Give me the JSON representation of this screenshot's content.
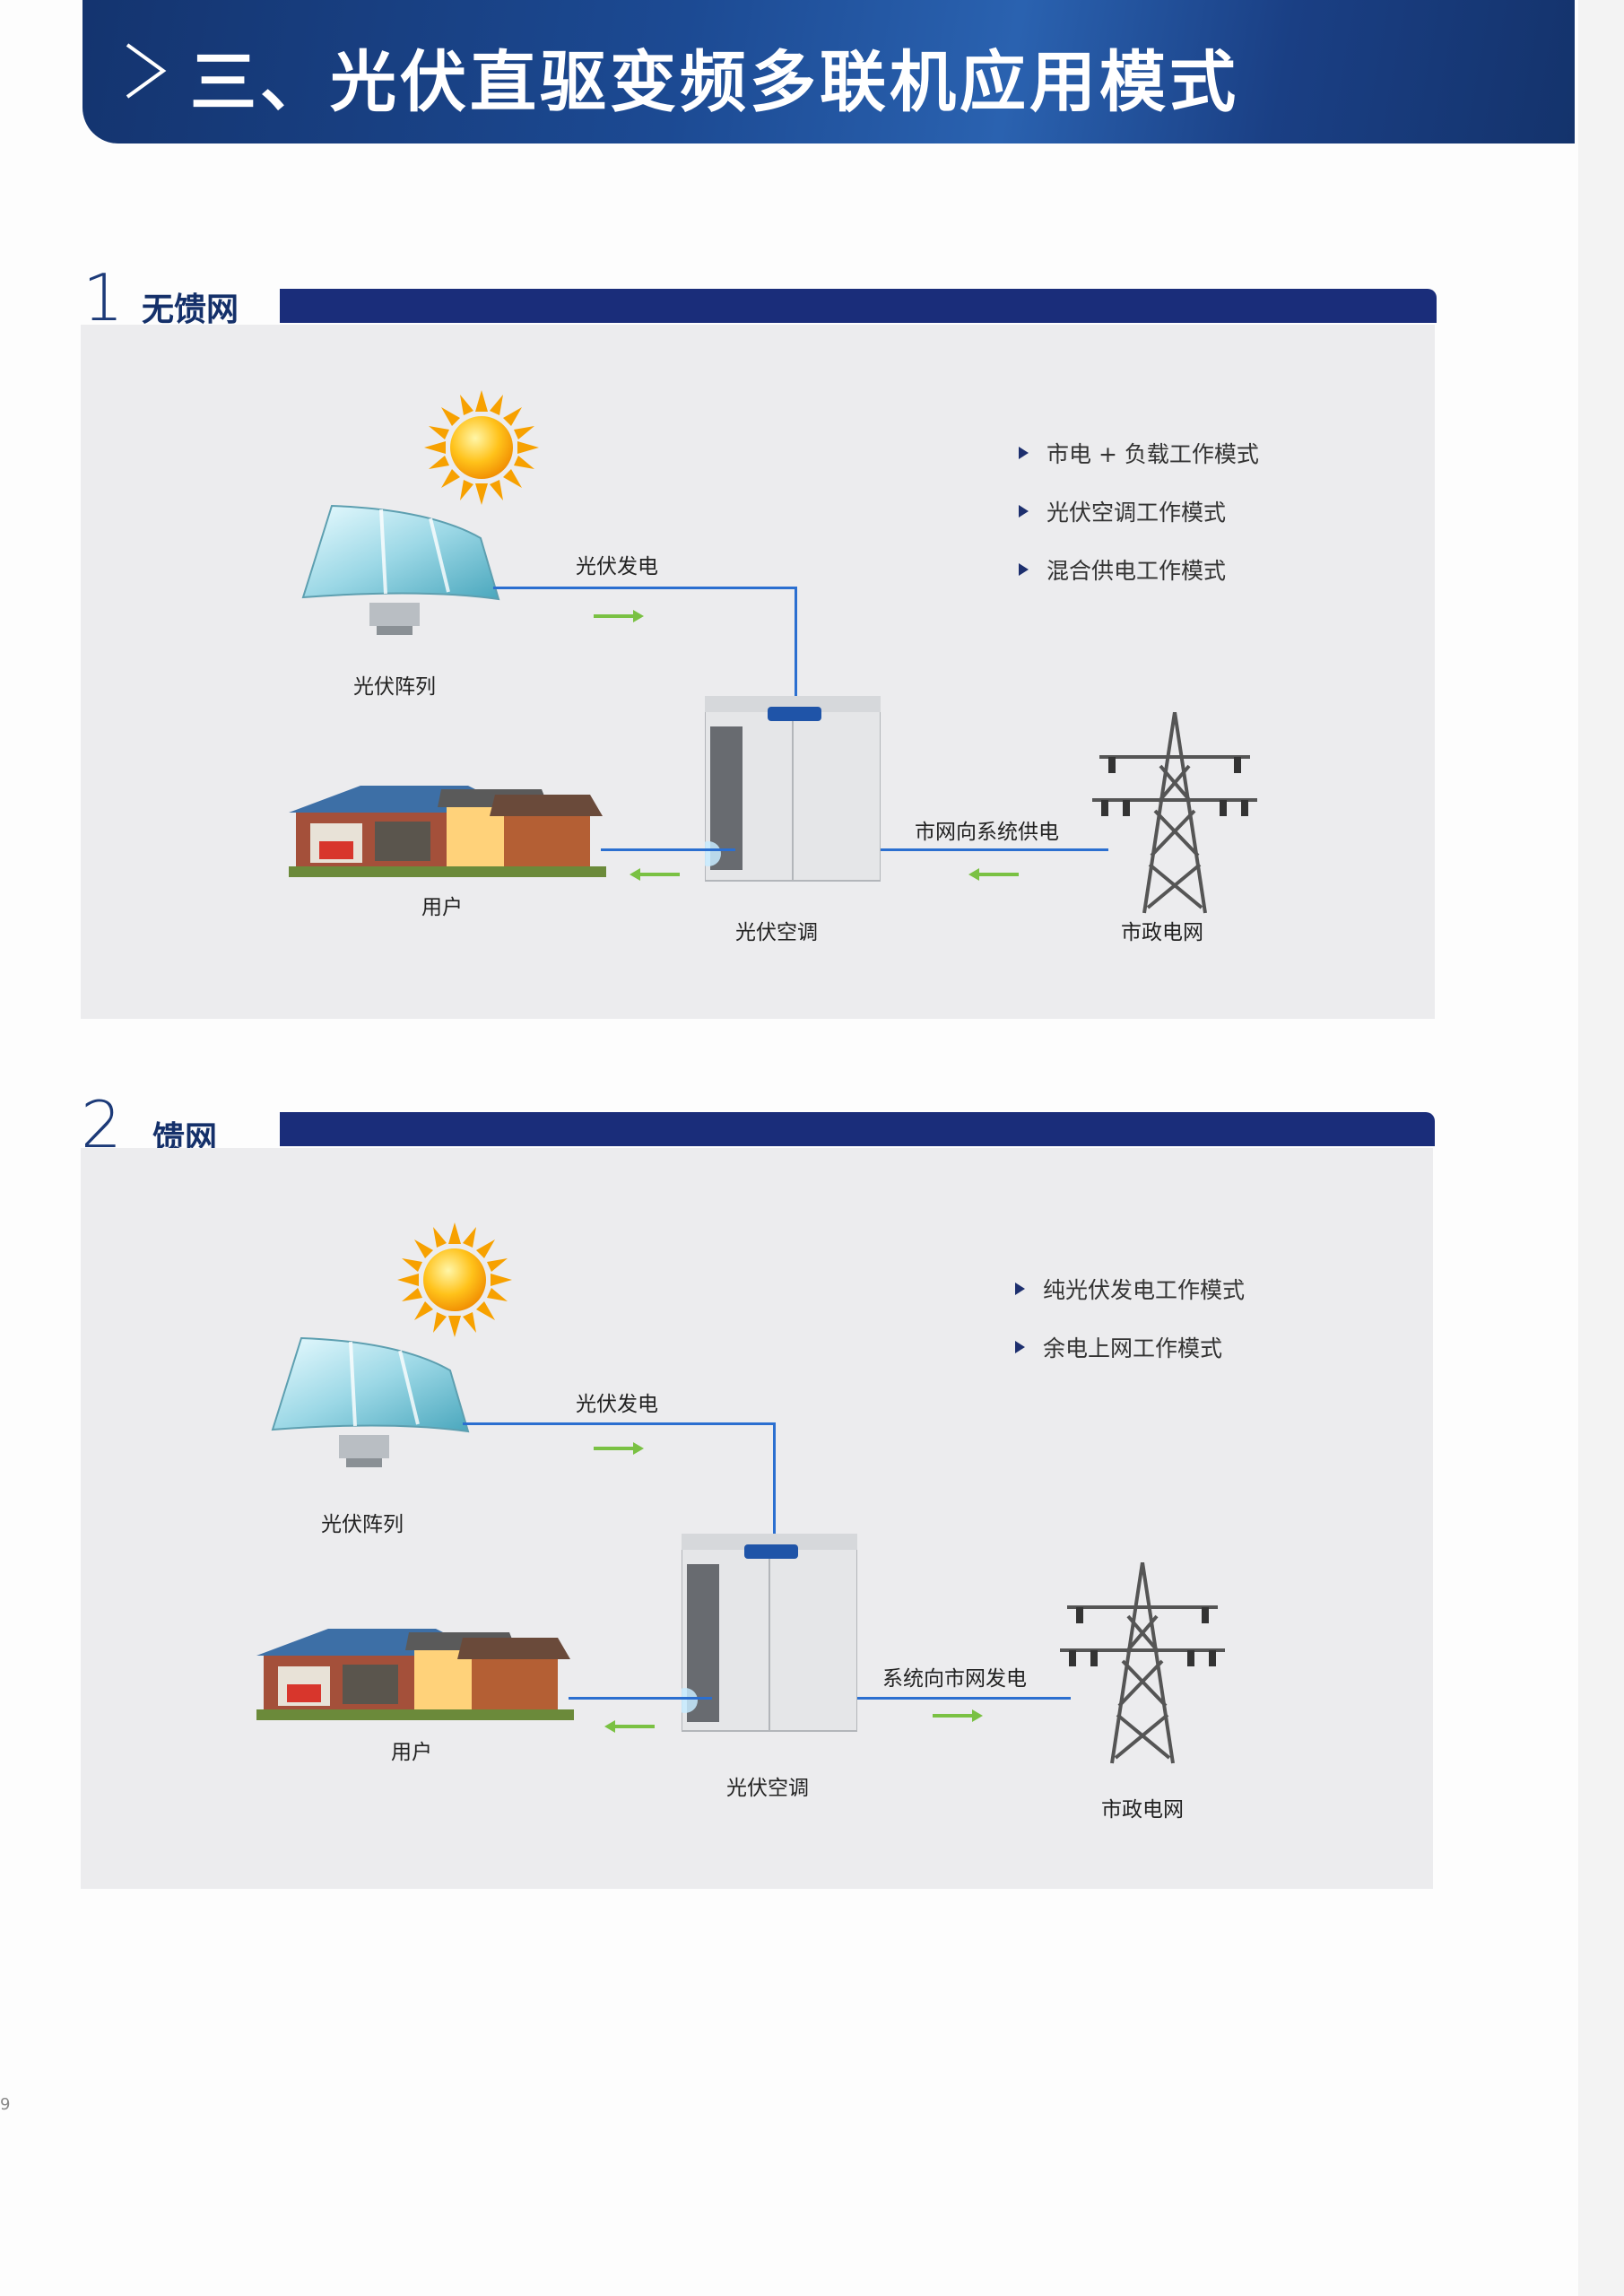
{
  "header": {
    "title": "三、光伏直驱变频多联机应用模式"
  },
  "sections": [
    {
      "number": "1",
      "title": "无馈网",
      "modes": [
        "市电 + 负载工作模式",
        "光伏空调工作模式",
        "混合供电工作模式"
      ],
      "labels": {
        "pv_array": "光伏阵列",
        "pv_generation": "光伏发电",
        "user": "用户",
        "pv_ac": "光伏空调",
        "grid_flow": "市网向系统供电",
        "grid": "市政电网"
      }
    },
    {
      "number": "2",
      "title": "馈网",
      "modes": [
        "纯光伏发电工作模式",
        "余电上网工作模式"
      ],
      "labels": {
        "pv_array": "光伏阵列",
        "pv_generation": "光伏发电",
        "user": "用户",
        "pv_ac": "光伏空调",
        "grid_flow": "系统向市网发电",
        "grid": "市政电网"
      }
    }
  ],
  "page_number": "9",
  "colors": {
    "banner": "#1c4a93",
    "section_bar": "#1a2d7a",
    "flow_line": "#2b6fd0",
    "flow_arrow": "#7ac143"
  }
}
